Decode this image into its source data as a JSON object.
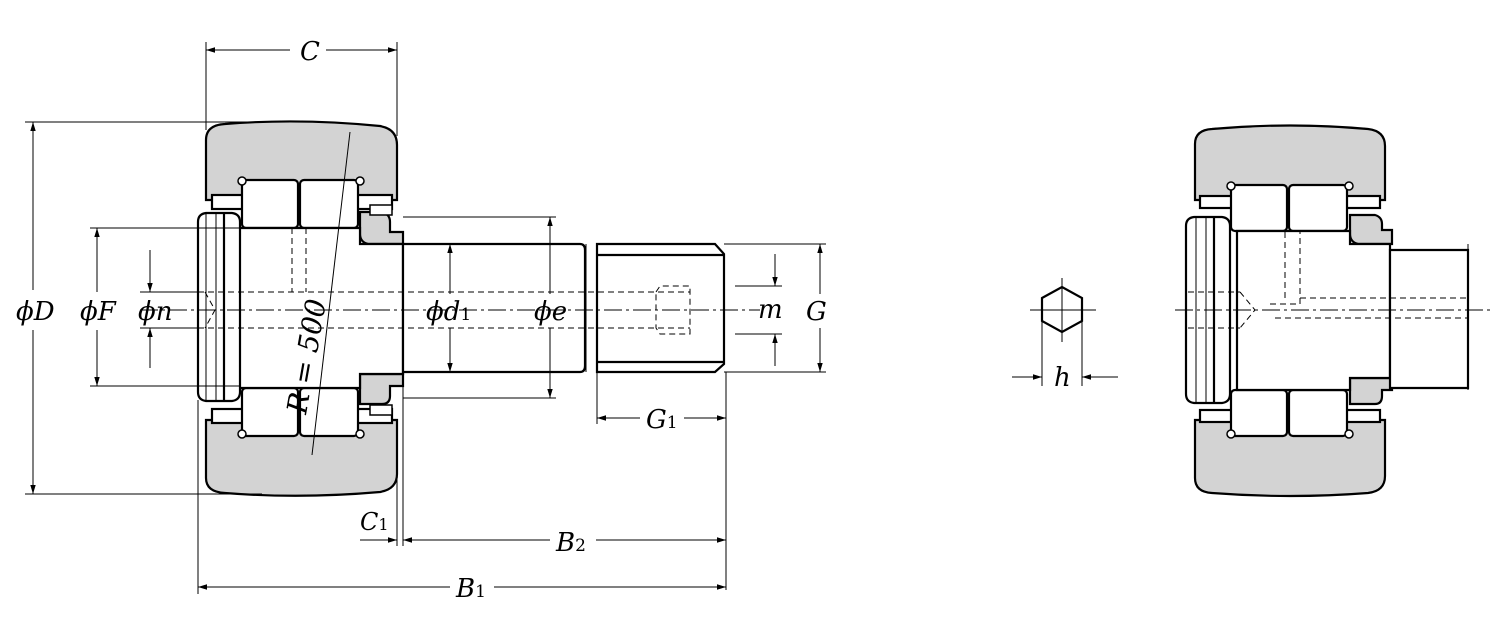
{
  "labels": {
    "C": "C",
    "phiD": "ϕD",
    "phiF": "ϕF",
    "phin": "ϕn",
    "R": "R = 500",
    "phid1_main": "ϕd",
    "phid1_sub": "1",
    "phie": "ϕe",
    "m": "m",
    "G": "G",
    "G1_main": "G",
    "G1_sub": "1",
    "C1_main": "C",
    "C1_sub": "1",
    "B2_main": "B",
    "B2_sub": "2",
    "B1_main": "B",
    "B1_sub": "1",
    "h": "h"
  },
  "colors": {
    "outer_ring": "#d3d3d3",
    "line": "#000000",
    "background": "#ffffff"
  }
}
